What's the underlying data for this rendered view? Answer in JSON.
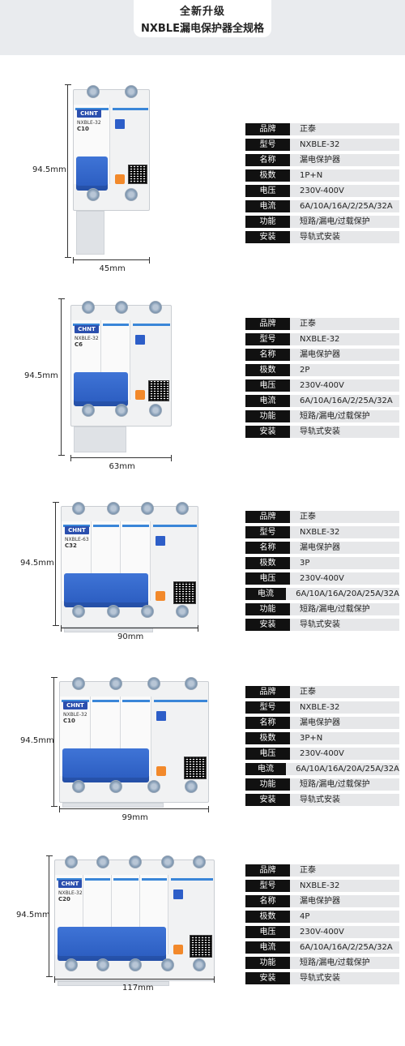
{
  "header": {
    "line1": "全新升级",
    "line2": "NXBLE漏电保护器全规格"
  },
  "products": [
    {
      "model_label": "NXBLE-32",
      "rating_label": "C10",
      "brand_logo": "CHNT",
      "height_label": "94.5mm",
      "width_label": "45mm",
      "specs": [
        {
          "key": "品牌",
          "value": "正泰"
        },
        {
          "key": "型号",
          "value": "NXBLE-32"
        },
        {
          "key": "名称",
          "value": "漏电保护器"
        },
        {
          "key": "极数",
          "value": "1P+N"
        },
        {
          "key": "电压",
          "value": "230V-400V"
        },
        {
          "key": "电流",
          "value": "6A/10A/16A/2/25A/32A"
        },
        {
          "key": "功能",
          "value": "短路/漏电/过载保护"
        },
        {
          "key": "安装",
          "value": "导轨式安装"
        }
      ]
    },
    {
      "model_label": "NXBLE-32",
      "rating_label": "C6",
      "brand_logo": "CHNT",
      "height_label": "94.5mm",
      "width_label": "63mm",
      "specs": [
        {
          "key": "品牌",
          "value": "正泰"
        },
        {
          "key": "型号",
          "value": "NXBLE-32"
        },
        {
          "key": "名称",
          "value": "漏电保护器"
        },
        {
          "key": "极数",
          "value": "2P"
        },
        {
          "key": "电压",
          "value": "230V-400V"
        },
        {
          "key": "电流",
          "value": "6A/10A/16A/2/25A/32A"
        },
        {
          "key": "功能",
          "value": "短路/漏电/过载保护"
        },
        {
          "key": "安装",
          "value": "导轨式安装"
        }
      ]
    },
    {
      "model_label": "NXBLE-63",
      "rating_label": "C32",
      "brand_logo": "CHNT",
      "height_label": "94.5mm",
      "width_label": "90mm",
      "specs": [
        {
          "key": "品牌",
          "value": "正泰"
        },
        {
          "key": "型号",
          "value": "NXBLE-32"
        },
        {
          "key": "名称",
          "value": "漏电保护器"
        },
        {
          "key": "极数",
          "value": "3P"
        },
        {
          "key": "电压",
          "value": "230V-400V"
        },
        {
          "key": "电流",
          "value": "6A/10A/16A/20A/25A/32A"
        },
        {
          "key": "功能",
          "value": "短路/漏电/过载保护"
        },
        {
          "key": "安装",
          "value": "导轨式安装"
        }
      ]
    },
    {
      "model_label": "NXBLE-32",
      "rating_label": "C10",
      "brand_logo": "CHNT",
      "height_label": "94.5mm",
      "width_label": "99mm",
      "specs": [
        {
          "key": "品牌",
          "value": "正泰"
        },
        {
          "key": "型号",
          "value": "NXBLE-32"
        },
        {
          "key": "名称",
          "value": "漏电保护器"
        },
        {
          "key": "极数",
          "value": "3P+N"
        },
        {
          "key": "电压",
          "value": "230V-400V"
        },
        {
          "key": "电流",
          "value": "6A/10A/16A/20A/25A/32A"
        },
        {
          "key": "功能",
          "value": "短路/漏电/过载保护"
        },
        {
          "key": "安装",
          "value": "导轨式安装"
        }
      ]
    },
    {
      "model_label": "NXBLE-32",
      "rating_label": "C20",
      "brand_logo": "CHNT",
      "height_label": "94.5mm",
      "width_label": "117mm",
      "specs": [
        {
          "key": "品牌",
          "value": "正泰"
        },
        {
          "key": "型号",
          "value": "NXBLE-32"
        },
        {
          "key": "名称",
          "value": "漏电保护器"
        },
        {
          "key": "极数",
          "value": "4P"
        },
        {
          "key": "电压",
          "value": "230V-400V"
        },
        {
          "key": "电流",
          "value": "6A/10A/16A/2/25A/32A"
        },
        {
          "key": "功能",
          "value": "短路/漏电/过载保护"
        },
        {
          "key": "安装",
          "value": "导轨式安装"
        }
      ]
    }
  ]
}
